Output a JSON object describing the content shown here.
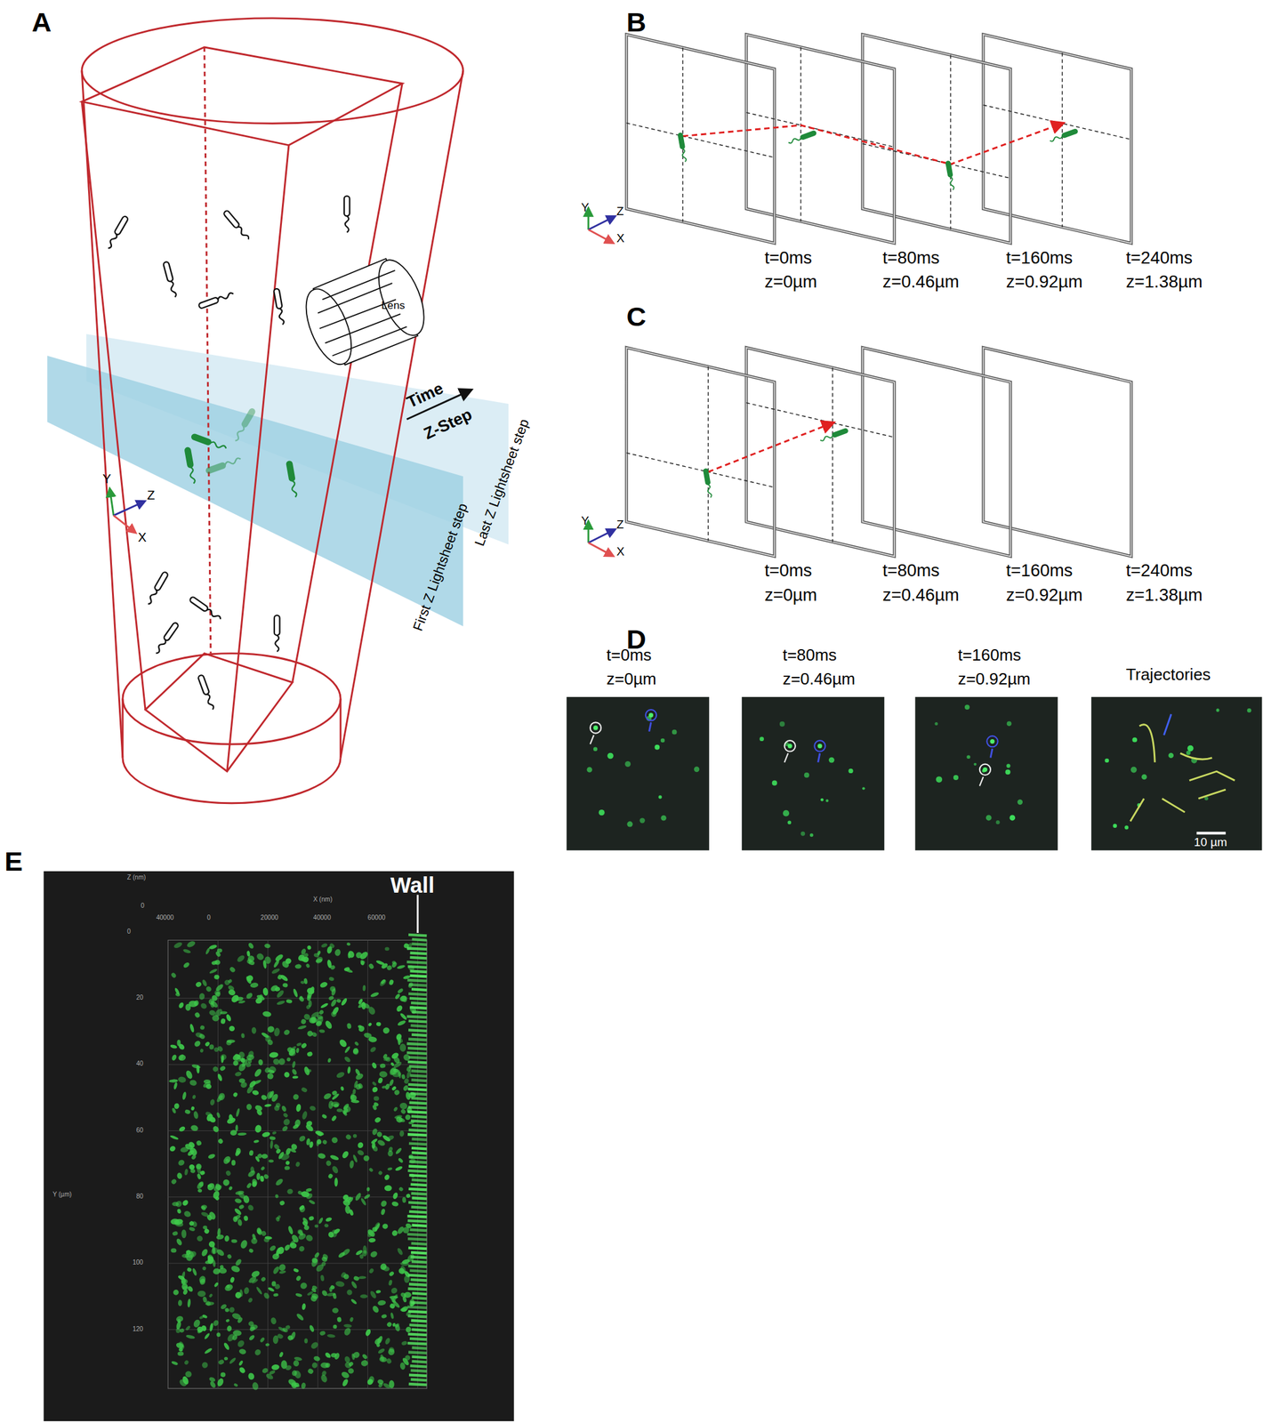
{
  "diagram": {
    "labels": [
      "A",
      "B",
      "C",
      "D",
      "E",
      "Lens",
      "Time",
      "Z-Step",
      "First Z Lightsheet step",
      "Last Z Lightsheet step",
      "Y",
      "Z",
      "X",
      "Y",
      "Z",
      "X",
      "t=0ms",
      "z=0µm",
      "t=80ms",
      "z=0.46µm",
      "t=160ms",
      "z=0.92µm",
      "t=240ms",
      "z=1.38µm",
      "Y",
      "Z",
      "X",
      "t=0ms",
      "z=0µm",
      "t=80ms",
      "z=0.46µm",
      "t=160ms",
      "z=0.92µm",
      "t=240ms",
      "z=1.38µm",
      "t=0ms",
      "z=0µm",
      "t=80ms",
      "z=0.46µm",
      "t=160ms",
      "z=0.92µm",
      "Trajectories",
      "10 µm",
      "Wall",
      "Z (nm)",
      "0",
      "X (nm)",
      "0",
      "40000",
      "0",
      "20000",
      "40000",
      "60000",
      "20",
      "40",
      "60",
      "80",
      "100",
      "120",
      "Y (µm)"
    ]
  }
}
